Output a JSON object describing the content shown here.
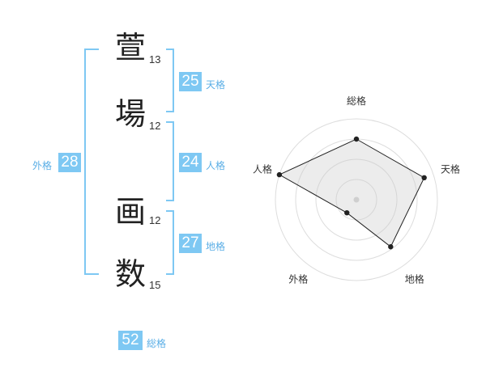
{
  "name": {
    "chars": [
      {
        "char": "萱",
        "strokes": "13"
      },
      {
        "char": "場",
        "strokes": "12"
      },
      {
        "char": "画",
        "strokes": "12"
      },
      {
        "char": "数",
        "strokes": "15"
      }
    ]
  },
  "kaku": {
    "tenkaku": {
      "value": "25",
      "label": "天格"
    },
    "jinkaku": {
      "value": "24",
      "label": "人格"
    },
    "chikaku": {
      "value": "27",
      "label": "地格"
    },
    "gaikaku": {
      "value": "28",
      "label": "外格"
    },
    "soukaku": {
      "value": "52",
      "label": "総格"
    }
  },
  "colors": {
    "accent": "#7ec8f3",
    "accent_text": "#5aaee6"
  },
  "chart_data": {
    "type": "radar",
    "axes": [
      "総格",
      "天格",
      "地格",
      "外格",
      "人格"
    ],
    "values": [
      0.75,
      0.88,
      0.72,
      0.2,
      1.0
    ],
    "range": [
      0,
      1
    ],
    "rings": 4
  }
}
